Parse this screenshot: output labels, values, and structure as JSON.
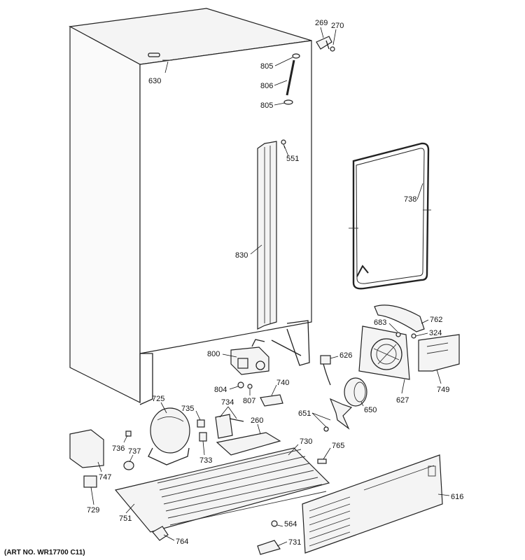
{
  "callouts": {
    "p269": "269",
    "p270": "270",
    "p630": "630",
    "p805a": "805",
    "p806": "806",
    "p805b": "805",
    "p551": "551",
    "p738": "738",
    "p830": "830",
    "p762": "762",
    "p683": "683",
    "p324": "324",
    "p800": "800",
    "p626": "626",
    "p627": "627",
    "p749": "749",
    "p804": "804",
    "p740": "740",
    "p807": "807",
    "p725": "725",
    "p735": "735",
    "p734": "734",
    "p650": "650",
    "p651": "651",
    "p260": "260",
    "p730": "730",
    "p736": "736",
    "p737": "737",
    "p765": "765",
    "p747": "747",
    "p733": "733",
    "p729": "729",
    "p751": "751",
    "p616": "616",
    "p564": "564",
    "p764": "764",
    "p731": "731"
  },
  "art_number": "(ART NO. WR17700 C11)"
}
